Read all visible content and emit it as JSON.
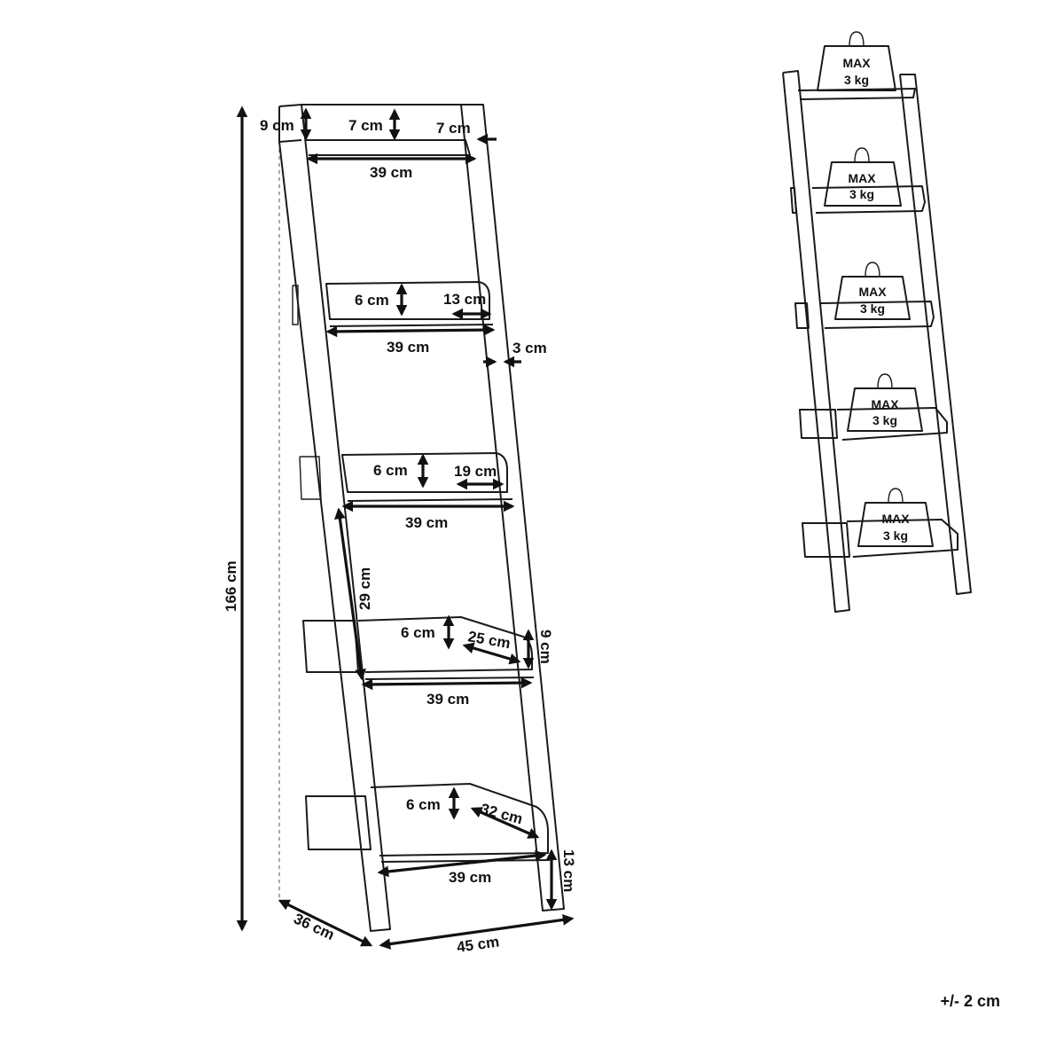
{
  "diagram": {
    "dimensions": {
      "height_total": "166 cm",
      "depth": "36 cm",
      "width": "45 cm",
      "top_shelf_height": "9 cm",
      "top_rail_height": "7 cm",
      "top_rail_side": "7 cm",
      "shelf_width_1": "39 cm",
      "shelf_width_2": "39 cm",
      "shelf_width_3": "39 cm",
      "shelf_width_4": "39 cm",
      "shelf_width_5": "39 cm",
      "shelf2_lip": "6 cm",
      "shelf2_depth": "13 cm",
      "frame_thickness": "3 cm",
      "shelf3_lip": "6 cm",
      "shelf3_depth": "19 cm",
      "shelf_spacing": "29 cm",
      "shelf4_lip": "6 cm",
      "shelf4_depth": "25 cm",
      "shelf4_side_height": "9 cm",
      "shelf5_lip": "6 cm",
      "shelf5_depth": "32 cm",
      "foot_height": "13 cm"
    },
    "load_labels": [
      {
        "line1": "MAX",
        "line2": "3 kg"
      },
      {
        "line1": "MAX",
        "line2": "3 kg"
      },
      {
        "line1": "MAX",
        "line2": "3 kg"
      },
      {
        "line1": "MAX",
        "line2": "3 kg"
      },
      {
        "line1": "MAX",
        "line2": "3 kg"
      }
    ],
    "tolerance": "+/- 2 cm"
  }
}
